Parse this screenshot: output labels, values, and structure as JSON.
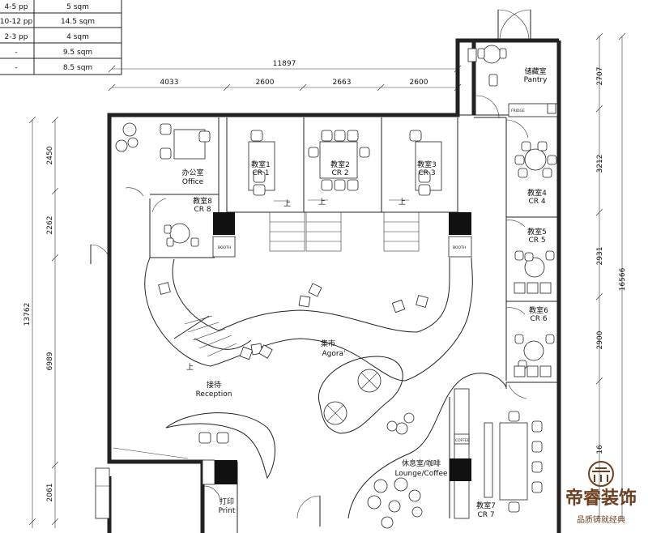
{
  "area_table": {
    "rows": [
      {
        "capacity": "4-5 pp",
        "area": "5 sqm"
      },
      {
        "capacity": "10-12 pp",
        "area": "14.5 sqm"
      },
      {
        "capacity": "2-3 pp",
        "area": "4 sqm"
      },
      {
        "capacity": "-",
        "area": "9.5 sqm"
      },
      {
        "capacity": "-",
        "area": "8.5 sqm"
      }
    ]
  },
  "dimensions": {
    "top_total": "11897",
    "top_segments": [
      "4033",
      "2600",
      "2663",
      "2600"
    ],
    "left_outer": "13762",
    "left_segments": [
      "2450",
      "2262",
      "6989",
      "2061"
    ],
    "right_outer": "16566",
    "right_segments": [
      "2707",
      "3212",
      "2931",
      "2900",
      "16"
    ]
  },
  "rooms": {
    "office": {
      "cn": "办公室",
      "en": "Office"
    },
    "cr1": {
      "cn": "教室1",
      "en": "CR 1"
    },
    "cr2": {
      "cn": "教室2",
      "en": "CR 2"
    },
    "cr3": {
      "cn": "教室3",
      "en": "CR 3"
    },
    "cr8": {
      "cn": "教室8",
      "en": "CR 8"
    },
    "pantry": {
      "cn": "储藏室",
      "en": "Pantry"
    },
    "cr4": {
      "cn": "教室4",
      "en": "CR 4"
    },
    "cr5": {
      "cn": "教室5",
      "en": "CR 5"
    },
    "cr6": {
      "cn": "教室6",
      "en": "CR 6"
    },
    "cr7": {
      "cn": "教室7",
      "en": "CR 7"
    },
    "agora": {
      "cn": "集市",
      "en": "Agora'"
    },
    "reception": {
      "cn": "接待",
      "en": "Reception"
    },
    "lounge": {
      "cn": "休息室/咖啡",
      "en": "Lounge/Coffee"
    },
    "print": {
      "cn": "打印",
      "en": "Print"
    }
  },
  "labels": {
    "up": "上",
    "booth": "BOOTH",
    "fridge": "FRIDGE",
    "coffee": "COFFEE"
  },
  "brand": {
    "name": "帝睿装饰",
    "slogan": "品质铸就经典",
    "color": "#6b3f1f"
  }
}
